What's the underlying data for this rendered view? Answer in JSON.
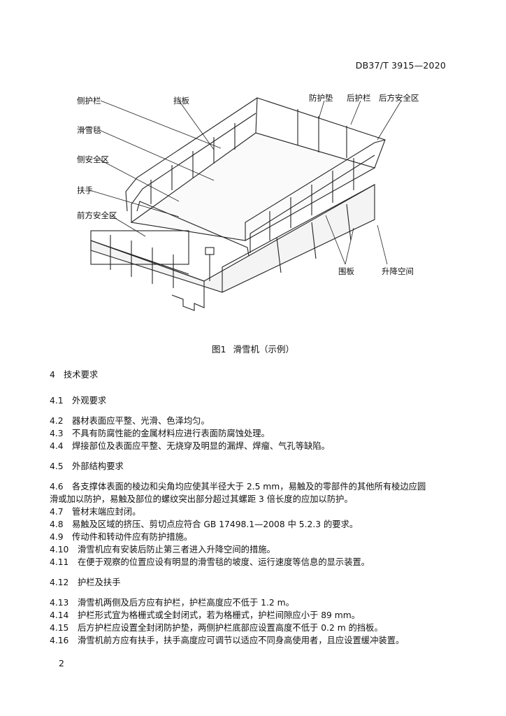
{
  "header": {
    "standard_code": "DB37/T 3915—2020"
  },
  "figure": {
    "labels": {
      "side_guardrail": "侧护栏",
      "baffle": "挡板",
      "guard_pad": "防护垫",
      "rear_guardrail": "后护栏",
      "rear_safety_zone": "后方安全区",
      "ski_carpet": "滑雪毯",
      "side_safety_zone": "侧安全区",
      "handrail": "扶手",
      "front_safety_zone": "前方安全区",
      "skirting": "围板",
      "lift_space": "升降空间"
    },
    "caption_number": "图1",
    "caption_title": "滑雪机（示例）"
  },
  "sections": [
    {
      "num": "4",
      "text": "技术要求"
    },
    {
      "num": "4.1",
      "text": "外观要求"
    },
    {
      "num": "4.2",
      "text": "器材表面应平整、光滑、色泽均匀。"
    },
    {
      "num": "4.3",
      "text": "不具有防腐性能的金属材料应进行表面防腐蚀处理。"
    },
    {
      "num": "4.4",
      "text": "焊接部位及表面应平整、无烧穿及明显的漏焊、焊瘤、气孔等缺陷。"
    },
    {
      "num": "4.5",
      "text": "外部结构要求"
    },
    {
      "num": "4.6",
      "text": "各支撑体表面的棱边和尖角均应使其半径大于 2.5 mm，易触及的零部件的其他所有棱边应圆",
      "cont": "滑或加以防护，易触及部位的螺纹突出部分超过其螺距 3 倍长度的应加以防护。"
    },
    {
      "num": "4.7",
      "text": "管材末端应封闭。"
    },
    {
      "num": "4.8",
      "text": "易触及区域的挤压、剪切点应符合 GB 17498.1—2008 中 5.2.3 的要求。"
    },
    {
      "num": "4.9",
      "text": "传动件和转动件应有防护措施。"
    },
    {
      "num": "4.10",
      "text": "滑雪机应有安装后防止第三者进入升降空间的措施。"
    },
    {
      "num": "4.11",
      "text": "在便于观察的位置应设有明显的滑雪毯的坡度、运行速度等信息的显示装置。"
    },
    {
      "num": "4.12",
      "text": "护栏及扶手"
    },
    {
      "num": "4.13",
      "text": "滑雪机两侧及后方应有护栏，护栏高度应不低于 1.2 m。"
    },
    {
      "num": "4.14",
      "text": "护栏形式宜为格栅式或全封闭式，若为格栅式，护栏间隙应小于 89 mm。"
    },
    {
      "num": "4.15",
      "text": "后方护栏应设置全封闭防护垫，两侧护栏底部应设置高度不低于 0.2 m 的挡板。"
    },
    {
      "num": "4.16",
      "text": "滑雪机前方应有扶手，扶手高度应可调节以适应不同身高使用者，且应设置缓冲装置。"
    }
  ],
  "page_number": "2"
}
